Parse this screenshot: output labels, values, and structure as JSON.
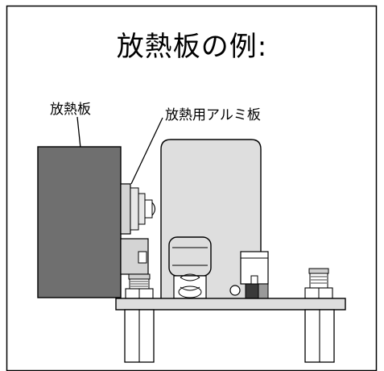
{
  "title": "放熱板の例:",
  "labels": {
    "heatsink": "放熱板",
    "aluminum_plate": "放熱用アルミ板"
  },
  "colors": {
    "heatsink_fill": "#6f6f6f",
    "component_fill": "#dedede",
    "bolt_fill": "#cfcfcf",
    "dark_part": "#3a3a3a",
    "line": "#000000"
  }
}
